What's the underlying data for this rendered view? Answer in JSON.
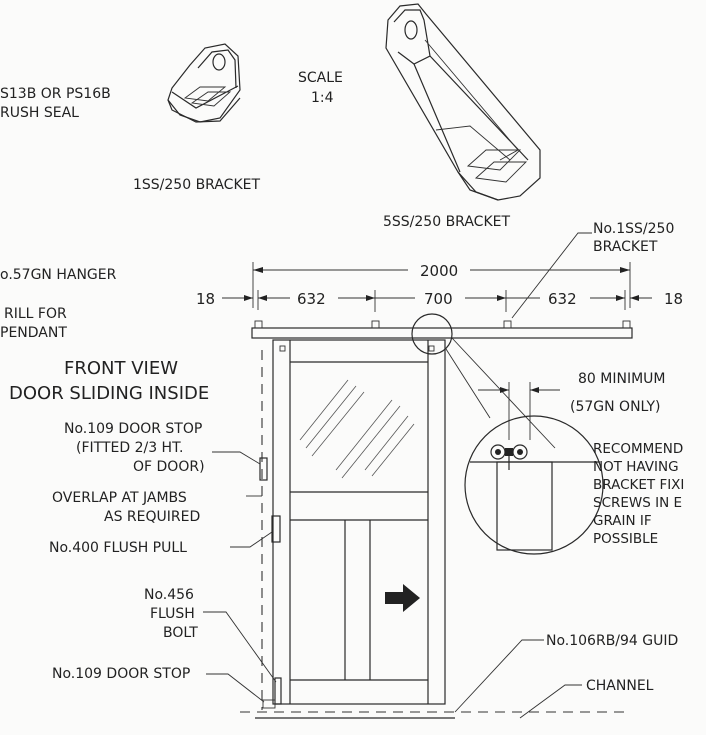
{
  "labels": {
    "seal": [
      "S13B OR PS16B",
      "RUSH SEAL"
    ],
    "bracket_small": "1SS/250 BRACKET",
    "scale": [
      "SCALE",
      "1:4"
    ],
    "bracket_large": "5SS/250 BRACKET",
    "bracket_ref": [
      "No.1SS/250",
      "BRACKET"
    ],
    "hanger": "o.57GN HANGER",
    "drill": [
      "RILL FOR",
      "PENDANT"
    ],
    "view_title": [
      "FRONT VIEW",
      "DOOR SLIDING INSIDE"
    ],
    "door_stop_top": [
      "No.109 DOOR STOP",
      "(FITTED 2/3 HT.",
      "OF DOOR)"
    ],
    "overlap": [
      "OVERLAP AT JAMBS",
      "AS REQUIRED"
    ],
    "flush_pull": "No.400 FLUSH PULL",
    "flush_bolt": [
      "No.456",
      "FLUSH",
      "BOLT"
    ],
    "door_stop_bottom": "No.109 DOOR STOP",
    "minimum": [
      "80 MINIMUM",
      "(57GN ONLY)"
    ],
    "recommend": [
      "RECOMMEND",
      "NOT HAVING",
      "BRACKET FIXI",
      "SCREWS IN E",
      "GRAIN IF",
      "POSSIBLE"
    ],
    "guide": "No.106RB/94 GUID",
    "channel": "CHANNEL"
  },
  "dimensions": {
    "total": "2000",
    "end_left": "18",
    "span_left": "632",
    "span_mid": "700",
    "span_right": "632",
    "end_right": "18"
  }
}
